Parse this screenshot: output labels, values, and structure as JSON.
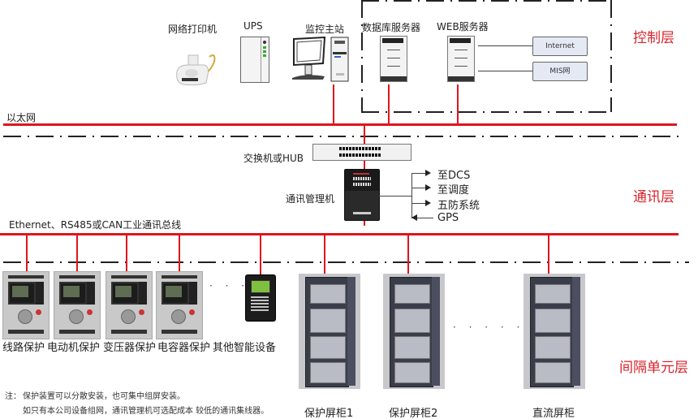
{
  "layers": {
    "control": "控制层",
    "communication": "通讯层",
    "bay": "间隔单元层"
  },
  "control_layer": {
    "devices": [
      {
        "id": "printer",
        "label": "网络打印机",
        "icon": "printer-icon"
      },
      {
        "id": "ups",
        "label": "UPS",
        "icon": "ups-icon"
      },
      {
        "id": "monitor_station",
        "label": "监控主站",
        "icon": "workstation-icon"
      },
      {
        "id": "db_server",
        "label": "数据库服务器",
        "icon": "server-icon"
      },
      {
        "id": "web_server",
        "label": "WEB服务器",
        "icon": "server-icon"
      }
    ],
    "external_networks": [
      "Internet",
      "MIS网"
    ]
  },
  "buses": {
    "ethernet": "以太网",
    "fieldbus": "Ethernet、RS485或CAN工业通讯总线"
  },
  "communication_layer": {
    "switch_label": "交换机或HUB",
    "manager_label": "通讯管理机",
    "outputs": [
      {
        "label": "至DCS",
        "direction": "out"
      },
      {
        "label": "至调度",
        "direction": "out"
      },
      {
        "label": "五防系统",
        "direction": "out"
      },
      {
        "label": "GPS",
        "direction": "in"
      }
    ]
  },
  "bay_layer": {
    "relays": [
      {
        "label": "线路保护"
      },
      {
        "label": "电动机保护"
      },
      {
        "label": "变压器保护"
      },
      {
        "label": "电容器保护"
      }
    ],
    "relay_ellipsis": "· · ·",
    "other_device": "其他智能设备",
    "cabinets": [
      {
        "label": "保护屏柜1"
      },
      {
        "label": "保护屏柜2"
      },
      {
        "label": "直流屏柜"
      }
    ],
    "cabinet_ellipsis": "· · · · · ·"
  },
  "notes": {
    "prefix": "注：",
    "line1": "保护装置可以分散安装，也可集中组屏安装。",
    "line2": "如只有本公司设备组网，通讯管理机可选配成本 较低的通讯集线器。"
  },
  "colors": {
    "bus": "#e0141e",
    "layer_label": "#d8232a"
  }
}
